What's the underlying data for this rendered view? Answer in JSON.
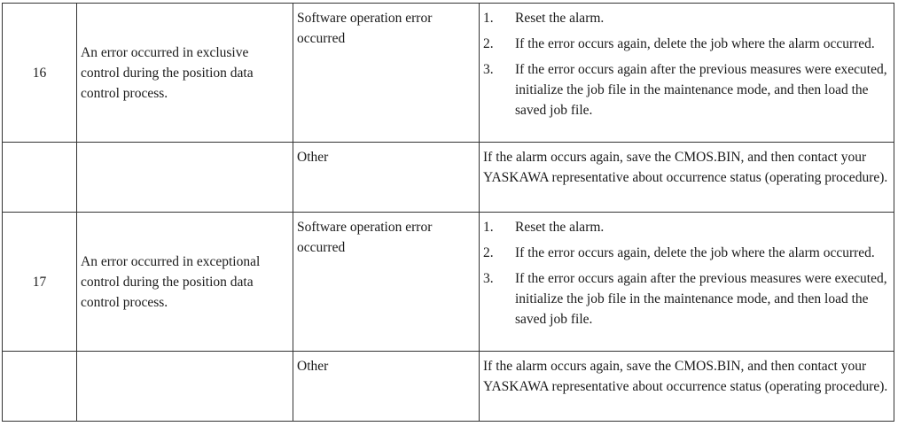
{
  "table": {
    "rows": [
      {
        "number": "16",
        "cause": "An error occurred in exclusive control during the position data control process.",
        "sub_cause": "Software operation error occurred",
        "steps": [
          {
            "num": "1.",
            "text": "Reset the alarm."
          },
          {
            "num": "2.",
            "text": "If the error occurs again, delete the job where the alarm occurred."
          },
          {
            "num": "3.",
            "text": "If the error occurs again after the previous measures were executed, initialize the job file in the maintenance mode, and then load the saved job file."
          }
        ],
        "other_label": "Other",
        "other_remedy": "If the alarm occurs again, save the CMOS.BIN, and then contact your YASKAWA representative about occurrence status (operating procedure)."
      },
      {
        "number": "17",
        "cause": "An error occurred in exceptional control during the position data control process.",
        "sub_cause": "Software operation error occurred",
        "steps": [
          {
            "num": "1.",
            "text": "Reset the alarm."
          },
          {
            "num": "2.",
            "text": "If the error occurs again, delete the job where the alarm occurred."
          },
          {
            "num": "3.",
            "text": "If the error occurs again after the previous measures were executed, initialize the job file in the maintenance mode, and then load the saved job file."
          }
        ],
        "other_label": "Other",
        "other_remedy": "If the alarm occurs again, save the CMOS.BIN, and then contact your YASKAWA representative about occurrence status (operating procedure)."
      }
    ]
  }
}
